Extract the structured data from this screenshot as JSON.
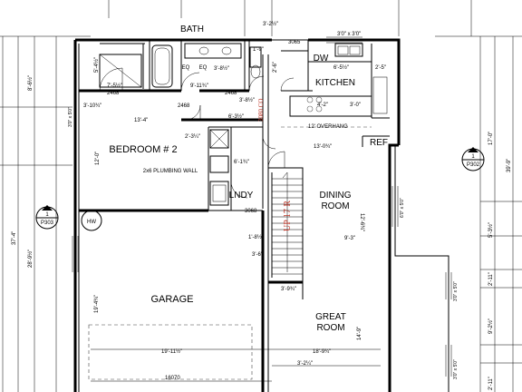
{
  "rooms": {
    "bath": "BATH",
    "kitchen": "KITCHEN",
    "bedroom": "BEDROOM # 2",
    "lndy": "LNDY",
    "dining_line1": "DINING",
    "dining_line2": "ROOM",
    "garage": "GARAGE",
    "great_line1": "GREAT",
    "great_line2": "ROOM",
    "dw": "DW",
    "ref": "REF",
    "hw": "HW",
    "eq1": "EQ",
    "eq2": "EQ"
  },
  "notes": {
    "plumbing_wall": "2x6 PLUMBING WALL",
    "overhang": "12' OVERHANG",
    "stair": "UP 17 R",
    "door_red": "3080 CO"
  },
  "section_markers": [
    {
      "num": "1",
      "sheet": "P303"
    },
    {
      "num": "1",
      "sheet": "P302"
    }
  ],
  "dimensions": {
    "top_3_2": "3'-2½\"",
    "top_3065": "3065",
    "top_window": "3'0\" x 3'0\"",
    "d_5_4": "5'-4½\"",
    "d_7_5": "7'-5½\"",
    "d_2468a": "2468",
    "d_1_9": "1'-9\"",
    "d_3_8": "3'-8½\"",
    "d_9_11": "9'-11¾\"",
    "d_2468b": "2468",
    "d_3_8b": "3'-8½\"",
    "d_2_6": "2'-6\"",
    "d_6_5": "6'-5½\"",
    "d_2_5": "2'-5\"",
    "d_3_0": "3'-0\"",
    "d_3_10": "3'-10¾\"",
    "d_13_4": "13'-4\"",
    "d_6_3": "6'-3½\"",
    "d_4_2": "4'-2\"",
    "d_3_0b": "3'-0\"",
    "d_2468c": "2468",
    "d_13_0": "13'-0¾\"",
    "d_2_3": "2'-3¼\"",
    "d_6_1": "6'-1¾\"",
    "d_12_0": "12'-0\"",
    "d_12_6": "12'-6¾\"",
    "d_9_3": "9'-3\"",
    "d_3068": "3068",
    "d_3_6": "3'-6\"",
    "d_3_9": "3'-9¾\"",
    "d_1_8": "1'-8½\"",
    "d_19_4": "19'-4¾\"",
    "d_19_11": "19'-11½\"",
    "d_18_9": "18'-9¾\"",
    "d_3_2b": "3'-2¼\"",
    "d_16070": "16070",
    "d_14_9": "14'-9\"",
    "left_8_6": "8'-6½\"",
    "left_37_4": "37'-4\"",
    "left_28_9": "28'-9½\"",
    "left_3_0": "3'0\" x 5'0\"",
    "right_17_0": "17'-0\"",
    "right_39_9": "39'-9\"",
    "right_6_0": "6'0\" x 5'0\"",
    "right_5_3": "5'-3½\"",
    "right_2_11": "2'-11\"",
    "right_9_2": "9'-2½\"",
    "right_2_11b": "2'-11\"",
    "right_3_0": "3'0\" x 5'0\"",
    "right_3_0b": "3'0\" x 5'0\""
  }
}
